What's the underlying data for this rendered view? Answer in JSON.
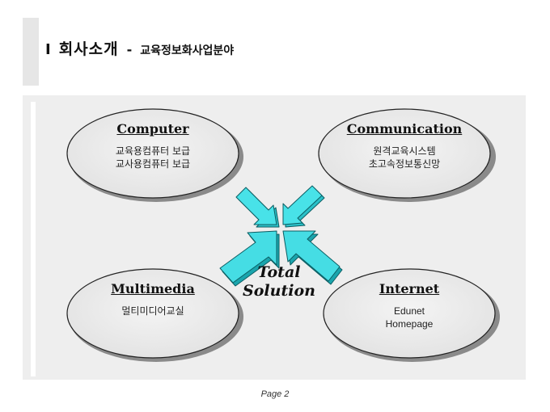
{
  "header": {
    "marker": "I",
    "title": "회사소개",
    "dash": "-",
    "subtitle": "교육정보화사업분야"
  },
  "nodes": {
    "computer": {
      "title": "Computer",
      "lines": [
        "교육용컴퓨터 보급",
        "교사용컴퓨터 보급"
      ]
    },
    "communication": {
      "title": "Communication",
      "lines": [
        "원격교육시스템",
        "초고속정보통신망"
      ]
    },
    "multimedia": {
      "title": "Multimedia",
      "lines": [
        "멀티미디어교실"
      ]
    },
    "internet": {
      "title": "Internet",
      "lines": [
        "Edunet",
        "Homepage"
      ]
    }
  },
  "center": {
    "line1": "Total",
    "line2": "Solution"
  },
  "footer": {
    "page": "Page 2"
  },
  "colors": {
    "panel": "#eeeeee",
    "ellipse": "#ebebeb",
    "arrow": "#3ee0e6",
    "arrow_dark": "#0e8f96"
  }
}
